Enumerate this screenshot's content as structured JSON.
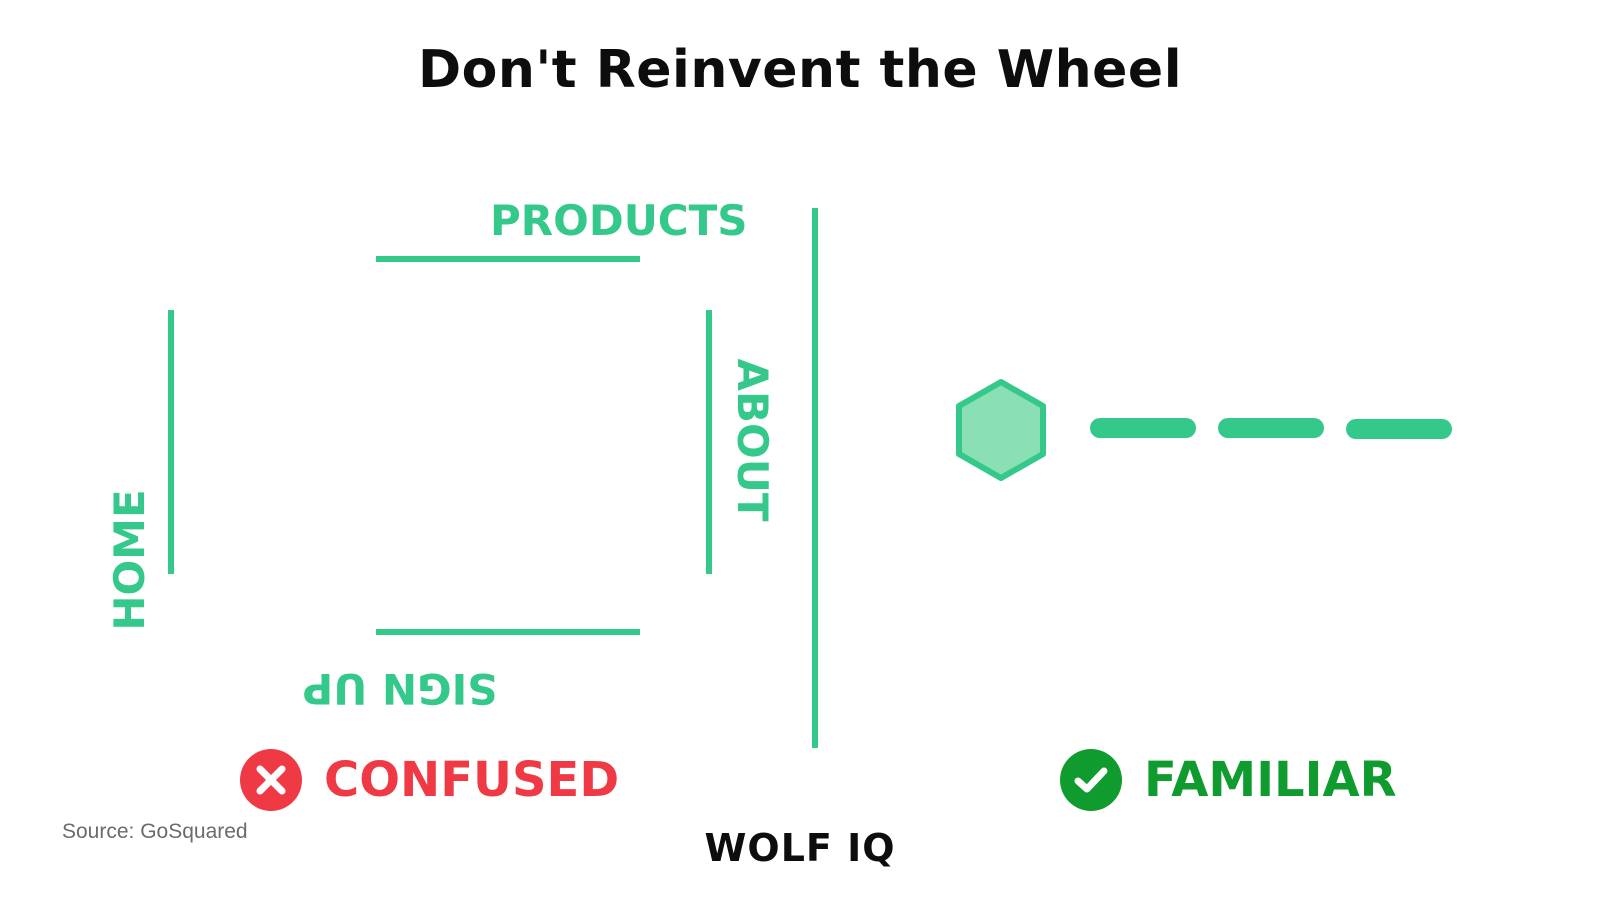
{
  "title": "Don't Reinvent the Wheel",
  "confusing_nav": {
    "labels": {
      "home": "HOME",
      "products": "PRODUCTS",
      "about": "ABOUT",
      "sign_up": "SIGN UP"
    },
    "status": {
      "text": "CONFUSED",
      "icon": "x-circle-icon",
      "color": "#ef3a45"
    }
  },
  "familiar_nav": {
    "icon": "hexagon-logo-icon",
    "menu_bars": 3,
    "status": {
      "text": "FAMILIAR",
      "icon": "check-circle-icon",
      "color": "#0f9b2e"
    }
  },
  "colors": {
    "accent": "#34c98a",
    "hexagon_fill": "#8ae0b4"
  },
  "footer": {
    "source": "Source: GoSquared",
    "logo": "WOLF IQ"
  }
}
